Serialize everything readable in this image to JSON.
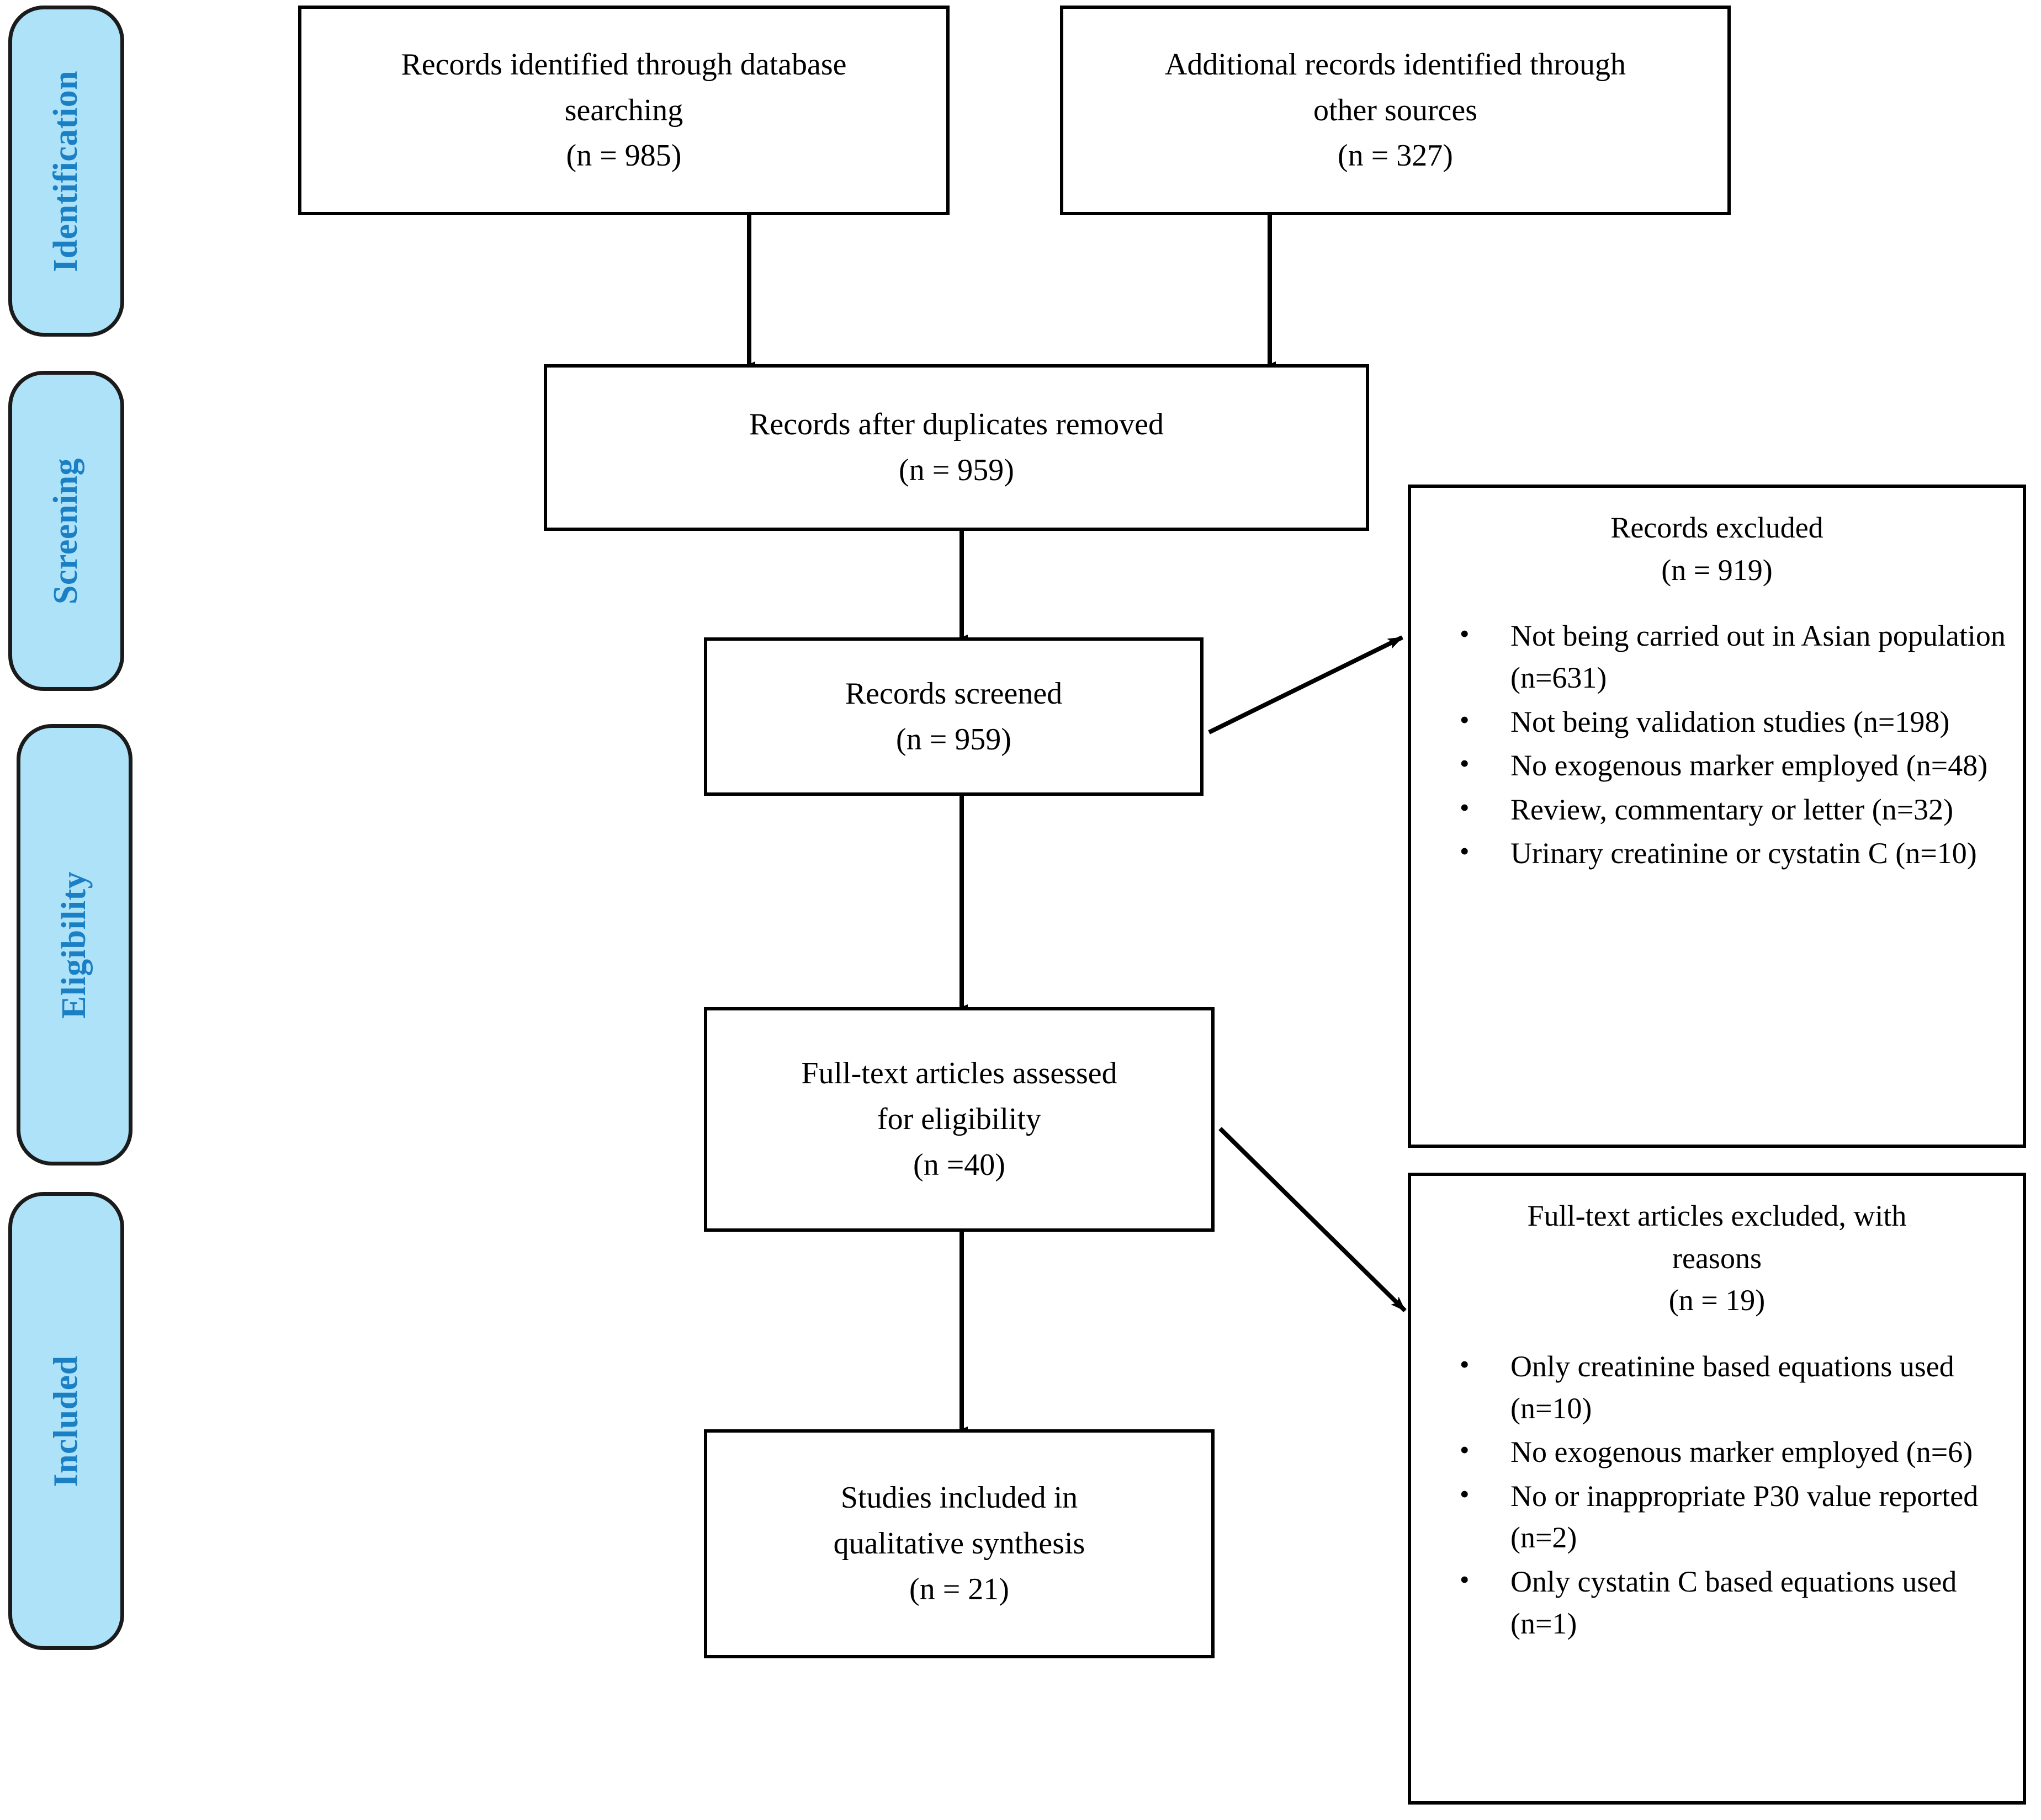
{
  "diagram": {
    "type": "prisma-flow-diagram",
    "stages": [
      {
        "id": "identification",
        "label": "Identification"
      },
      {
        "id": "screening",
        "label": "Screening"
      },
      {
        "id": "eligibility",
        "label": "Eligibility"
      },
      {
        "id": "included",
        "label": "Included"
      }
    ],
    "boxes": {
      "db_search": {
        "lines": [
          "Records identified through database",
          "searching",
          "(n = 985)"
        ]
      },
      "other_sources": {
        "lines": [
          "Additional records identified through",
          "other sources",
          "(n = 327)"
        ]
      },
      "after_duplicates": {
        "lines": [
          "Records after duplicates removed",
          "(n = 959)"
        ]
      },
      "records_screened": {
        "lines": [
          "Records screened",
          "(n = 959)"
        ]
      },
      "fulltext_assessed": {
        "lines": [
          "Full-text articles assessed",
          "for eligibility",
          "(n =40)"
        ]
      },
      "studies_included": {
        "lines": [
          "Studies included in",
          "qualitative synthesis",
          "(n = 21)"
        ]
      },
      "records_excluded": {
        "heading": [
          "Records excluded",
          "(n = 919)"
        ],
        "reasons": [
          "Not being carried out in Asian population (n=631)",
          "Not being validation studies (n=198)",
          "No exogenous marker employed (n=48)",
          "Review, commentary or letter (n=32)",
          "Urinary creatinine or cystatin C (n=10)"
        ]
      },
      "fulltext_excluded": {
        "heading": [
          "Full-text articles excluded, with",
          "reasons",
          "(n = 19)"
        ],
        "reasons": [
          "Only creatinine based equations used (n=10)",
          "No exogenous marker employed (n=6)",
          "No or inappropriate P30 value reported (n=2)",
          "Only cystatin C based equations used (n=1)"
        ]
      }
    },
    "colors": {
      "pill_fill": "#ADE2F9",
      "pill_text": "#1B7FC4",
      "pill_border": "#1B1B1B",
      "box_border": "#000000",
      "box_fill": "#FFFFFF",
      "connector": "#000000",
      "page_background": "#FFFFFF"
    }
  }
}
